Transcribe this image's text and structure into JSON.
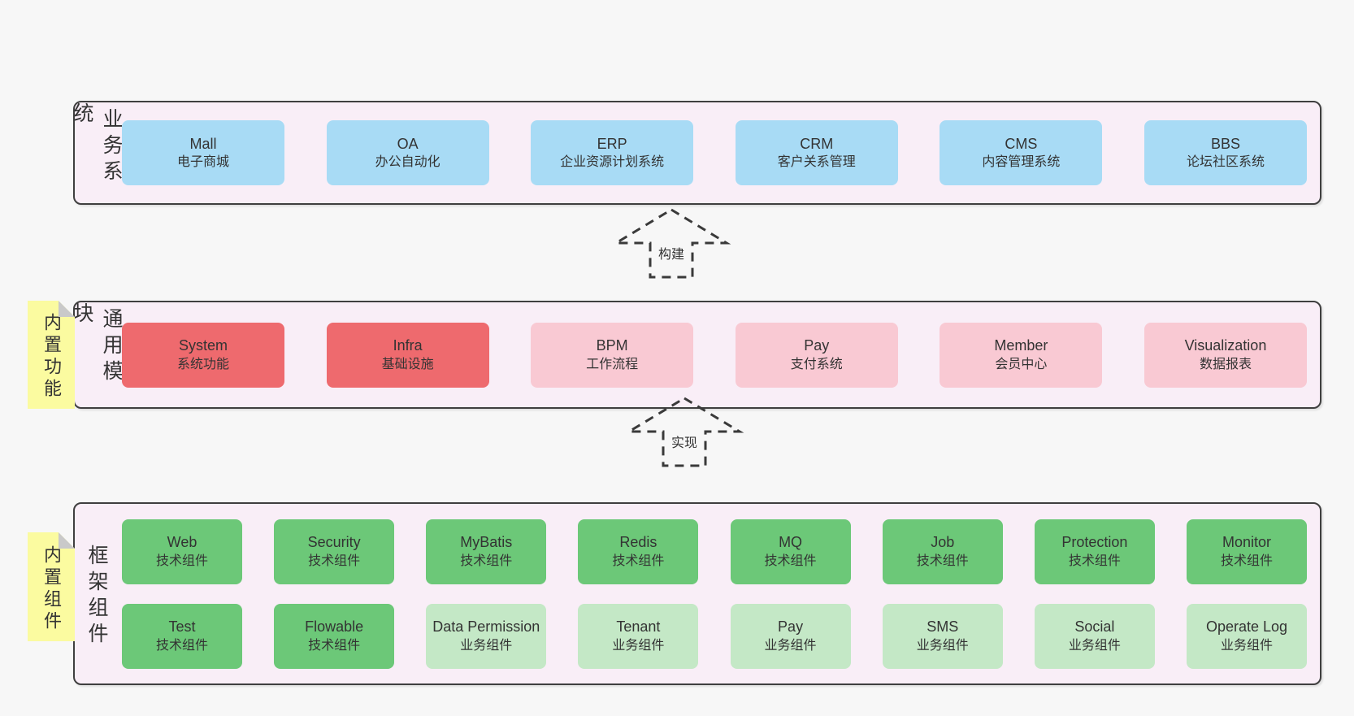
{
  "colors": {
    "page_bg": "#f7f7f7",
    "band_bg": "#f9eef7",
    "band_border": "#3f3f3f",
    "blue": "#a8dbf5",
    "red": "#ee6a6e",
    "pink": "#f9c9d3",
    "green_dark": "#6cc878",
    "green_light": "#c4e8c6",
    "note_yellow": "#fbfba0",
    "note_fold": "#c9c9c9",
    "text": "#333333",
    "arrow_dash": "#3a3a3a"
  },
  "bands": [
    {
      "id": "business-systems",
      "label": "业务系统",
      "note": null,
      "rows": [
        [
          {
            "name": "Mall",
            "sub": "电子商城",
            "variant": "blue"
          },
          {
            "name": "OA",
            "sub": "办公自动化",
            "variant": "blue"
          },
          {
            "name": "ERP",
            "sub": "企业资源计划系统",
            "variant": "blue"
          },
          {
            "name": "CRM",
            "sub": "客户关系管理",
            "variant": "blue"
          },
          {
            "name": "CMS",
            "sub": "内容管理系统",
            "variant": "blue"
          },
          {
            "name": "BBS",
            "sub": "论坛社区系统",
            "variant": "blue"
          }
        ]
      ]
    },
    {
      "id": "common-modules",
      "label": "通用模块",
      "note": "内置功能",
      "rows": [
        [
          {
            "name": "System",
            "sub": "系统功能",
            "variant": "red"
          },
          {
            "name": "Infra",
            "sub": "基础设施",
            "variant": "red"
          },
          {
            "name": "BPM",
            "sub": "工作流程",
            "variant": "pink"
          },
          {
            "name": "Pay",
            "sub": "支付系统",
            "variant": "pink"
          },
          {
            "name": "Member",
            "sub": "会员中心",
            "variant": "pink"
          },
          {
            "name": "Visualization",
            "sub": "数据报表",
            "variant": "pink"
          }
        ]
      ]
    },
    {
      "id": "framework-components",
      "label": "框架组件",
      "note": "内置组件",
      "rows": [
        [
          {
            "name": "Web",
            "sub": "技术组件",
            "variant": "green_dark"
          },
          {
            "name": "Security",
            "sub": "技术组件",
            "variant": "green_dark"
          },
          {
            "name": "MyBatis",
            "sub": "技术组件",
            "variant": "green_dark"
          },
          {
            "name": "Redis",
            "sub": "技术组件",
            "variant": "green_dark"
          },
          {
            "name": "MQ",
            "sub": "技术组件",
            "variant": "green_dark"
          },
          {
            "name": "Job",
            "sub": "技术组件",
            "variant": "green_dark"
          },
          {
            "name": "Protection",
            "sub": "技术组件",
            "variant": "green_dark"
          },
          {
            "name": "Monitor",
            "sub": "技术组件",
            "variant": "green_dark"
          }
        ],
        [
          {
            "name": "Test",
            "sub": "技术组件",
            "variant": "green_dark"
          },
          {
            "name": "Flowable",
            "sub": "技术组件",
            "variant": "green_dark"
          },
          {
            "name": "Data Permission",
            "sub": "业务组件",
            "variant": "green_light"
          },
          {
            "name": "Tenant",
            "sub": "业务组件",
            "variant": "green_light"
          },
          {
            "name": "Pay",
            "sub": "业务组件",
            "variant": "green_light"
          },
          {
            "name": "SMS",
            "sub": "业务组件",
            "variant": "green_light"
          },
          {
            "name": "Social",
            "sub": "业务组件",
            "variant": "green_light"
          },
          {
            "name": "Operate Log",
            "sub": "业务组件",
            "variant": "green_light"
          }
        ]
      ]
    }
  ],
  "arrows": [
    {
      "id": "build",
      "label": "构建"
    },
    {
      "id": "implement",
      "label": "实现"
    }
  ]
}
